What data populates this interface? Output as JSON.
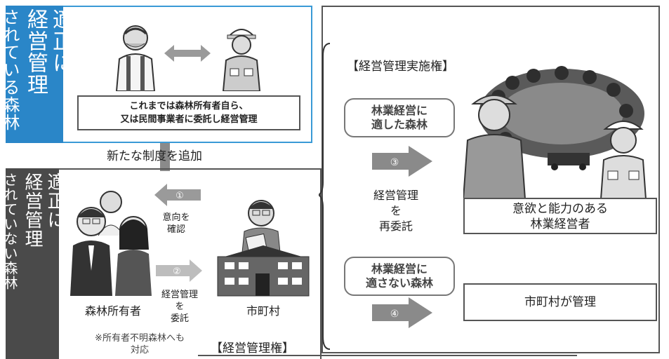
{
  "managed": {
    "tab_label": "適正に経営管理されている森林",
    "tab_lines": [
      "適正に",
      "経営管理",
      "されている森林"
    ],
    "message_line1": "これまでは森林所有者自ら、",
    "message_line2": "又は民間事業者に委託し経営管理"
  },
  "add_label": "新たな制度を追加",
  "unmanaged": {
    "tab_lines": [
      "適正に",
      "経営管理",
      "されていない森林"
    ]
  },
  "owner_label": "森林所有者",
  "owner_note_line1": "※所有者不明森林へも",
  "owner_note_line2": "対応",
  "municipality_label": "市町村",
  "right_title": "【経営管理権】",
  "step1": {
    "number": "①",
    "line1": "意向を",
    "line2": "確認"
  },
  "step2": {
    "number": "②",
    "line1": "経営管理",
    "line2": "を",
    "line3": "委託"
  },
  "implementation_title": "【経営管理実施権】",
  "suitable": {
    "line1": "林業経営に",
    "line2": "適した森林"
  },
  "step3": {
    "number": "③",
    "line1": "経営管理",
    "line2": "を",
    "line3": "再委託"
  },
  "operator_line1": "意欲と能力のある",
  "operator_line2": "林業経営者",
  "unsuitable": {
    "line1": "林業経営に",
    "line2": "適さない森林"
  },
  "step4": {
    "number": "④"
  },
  "muni_manage": "市町村が管理",
  "colors": {
    "managed_blue": "#2a86c8",
    "unmanaged_gray": "#4a4a4a",
    "arrow_gray": "#8a8a8a"
  }
}
